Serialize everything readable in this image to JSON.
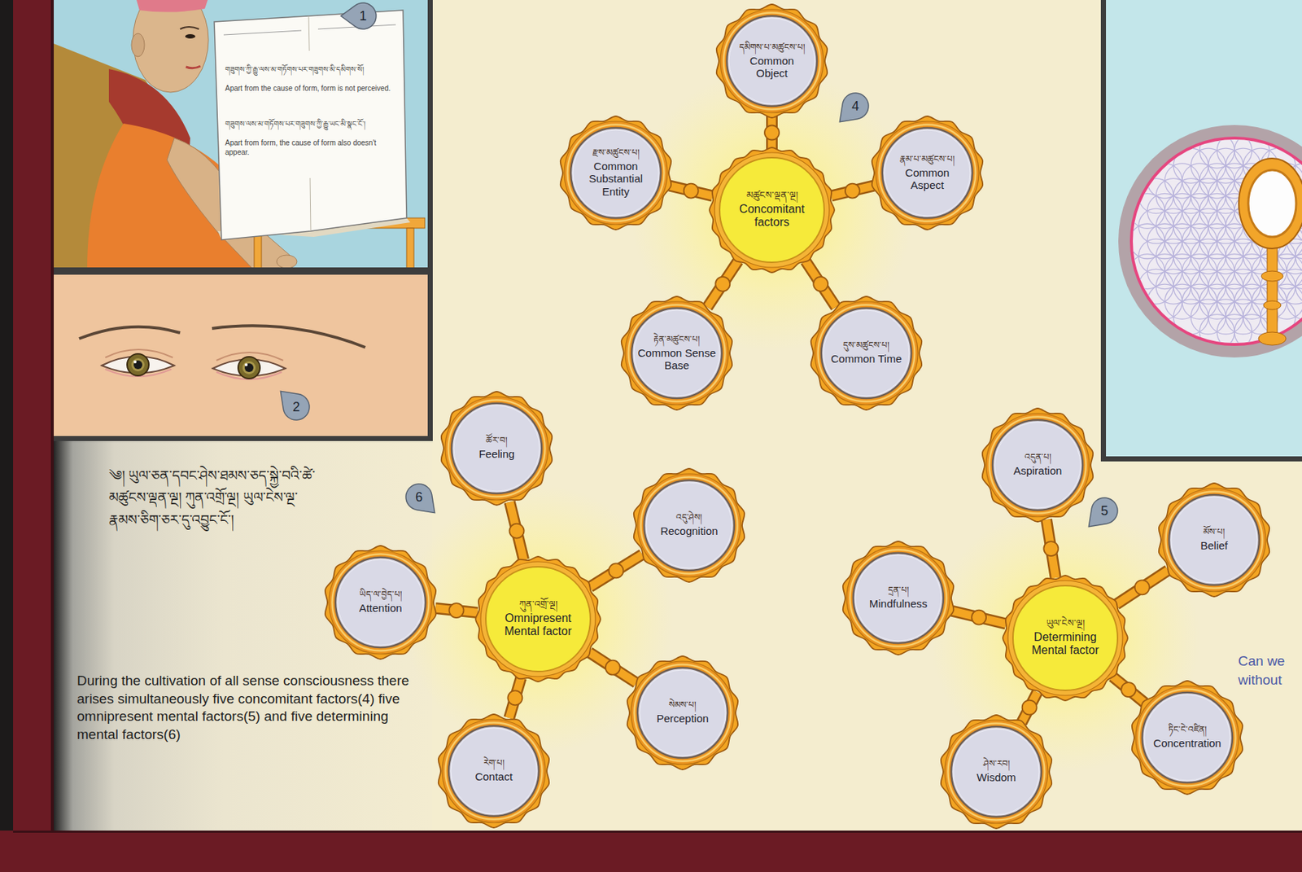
{
  "diagram": {
    "nodes": [
      {
        "text": [
          "མཚུངས་ལྡན་ལྔ།",
          "Concomitant factors"
        ]
      },
      {
        "text": [
          "དམིགས་པ་མཚུངས་པ།",
          "Common Object"
        ]
      },
      {
        "text": [
          "རྣམ་པ་མཚུངས་པ།",
          "Common Aspect"
        ]
      },
      {
        "text": [
          "དུས་མཚུངས་པ།",
          "Common Time"
        ]
      },
      {
        "text": [
          "རྟེན་མཚུངས་པ།",
          "Common Sense Base"
        ]
      },
      {
        "text": [
          "རྫས་མཚུངས་པ།",
          "Common Substantial Entity"
        ]
      },
      {
        "text": [
          "ཀུན་འགྲོ་ལྔ།",
          "Omnipresent Mental factor"
        ]
      },
      {
        "text": [
          "ཚོར་བ།",
          "Feeling"
        ]
      },
      {
        "text": [
          "འདུ་ཤེས།",
          "Recognition"
        ]
      },
      {
        "text": [
          "སེམས་པ།",
          "Perception"
        ]
      },
      {
        "text": [
          "རེག་པ།",
          "Contact"
        ]
      },
      {
        "text": [
          "ཡིད་ལ་བྱེད་པ།",
          "Attention"
        ]
      },
      {
        "text": [
          "ཡུལ་ངེས་ལྔ།",
          "Determining Mental factor"
        ]
      },
      {
        "text": [
          "འདུན་པ།",
          "Aspiration"
        ]
      },
      {
        "text": [
          "མོས་པ།",
          "Belief"
        ]
      },
      {
        "text": [
          "ཏིང་ངེ་འཛིན།",
          "Concentration"
        ]
      },
      {
        "text": [
          "ཤེས་རབ།",
          "Wisdom"
        ]
      },
      {
        "text": [
          "དྲན་པ།",
          "Mindfulness"
        ]
      }
    ],
    "edges": [
      {
        "from": 0,
        "to": 1,
        "arrow": "none"
      },
      {
        "from": 0,
        "to": 2,
        "arrow": "none"
      },
      {
        "from": 0,
        "to": 3,
        "arrow": "none"
      },
      {
        "from": 0,
        "to": 4,
        "arrow": "none"
      },
      {
        "from": 0,
        "to": 5,
        "arrow": "none"
      },
      {
        "from": 6,
        "to": 7,
        "arrow": "none"
      },
      {
        "from": 6,
        "to": 8,
        "arrow": "none"
      },
      {
        "from": 6,
        "to": 9,
        "arrow": "none"
      },
      {
        "from": 6,
        "to": 10,
        "arrow": "none"
      },
      {
        "from": 6,
        "to": 11,
        "arrow": "none"
      },
      {
        "from": 12,
        "to": 13,
        "arrow": "none"
      },
      {
        "from": 12,
        "to": 14,
        "arrow": "none"
      },
      {
        "from": 12,
        "to": 15,
        "arrow": "none"
      },
      {
        "from": 12,
        "to": 16,
        "arrow": "none"
      },
      {
        "from": 12,
        "to": 17,
        "arrow": "none"
      }
    ],
    "labels": [
      "1",
      "གཟུགས་ཀྱི་རྒྱུ་ལས་མ་གཏོགས་པར་གཟུགས་མི་དམིགས་སོ།",
      "Apart from the cause of form, form is not perceived.",
      "གཟུགས་ལས་མ་གཏོགས་པར་གཟུགས་ཀྱི་རྒྱུ་ཡང་མི་སྣང་ངོ་།",
      "Apart from form, the cause of form also doesn't appear.",
      "2",
      "4",
      "༄། ཡུལ་ཅན་དབང་ཤེས་ཐམས་ཅད་སྐྱེ་བའི་ཚེ་མཚུངས་ལྡན་ལྔ། ཀུན་འགྲོ་ལྔ། ཡུལ་ངེས་ལྔ་རྣམས་ཅིག་ཅར་དུ་འབྱུང་ངོ་།",
      "During the cultivation of all sense consciousness there arises simultaneously five concomitant factors(4) five omnipresent mental factors(5) and five determining mental factors(6)",
      "6",
      "5",
      "Can we",
      "without"
    ]
  }
}
